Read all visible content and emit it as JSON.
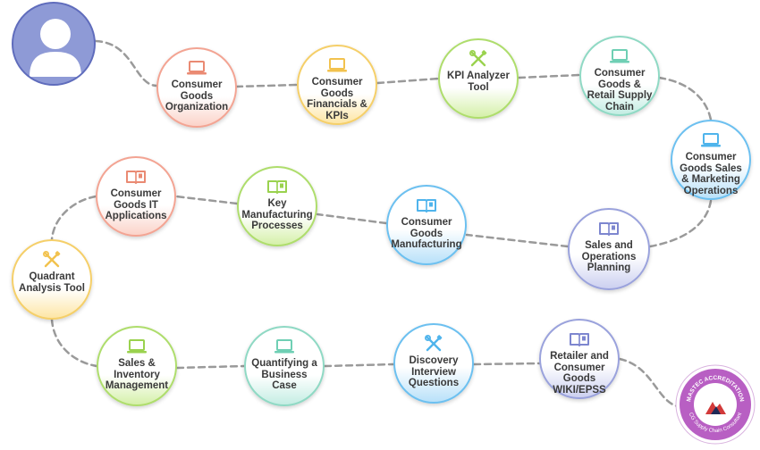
{
  "nodes": [
    {
      "id": "consumer-goods-organization",
      "label": "Consumer Goods Organization",
      "icon": "laptop-icon",
      "color": "red"
    },
    {
      "id": "consumer-goods-financials-kpis",
      "label": "Consumer Goods Financials & KPIs",
      "icon": "laptop-icon",
      "color": "yellow"
    },
    {
      "id": "kpi-analyzer-tool",
      "label": "KPI Analyzer Tool",
      "icon": "tools-icon",
      "color": "green"
    },
    {
      "id": "consumer-goods-retail-supply-chain",
      "label": "Consumer Goods & Retail Supply Chain",
      "icon": "laptop-icon",
      "color": "teal"
    },
    {
      "id": "consumer-goods-sales-marketing-operations",
      "label": "Consumer Goods Sales & Marketing Operations",
      "icon": "laptop-icon",
      "color": "blue"
    },
    {
      "id": "sales-and-operations-planning",
      "label": "Sales and Operations Planning",
      "icon": "book-icon",
      "color": "lav"
    },
    {
      "id": "consumer-goods-manufacturing",
      "label": "Consumer Goods Manufacturing",
      "icon": "book-icon",
      "color": "blue"
    },
    {
      "id": "key-manufacturing-processes",
      "label": "Key Manufacturing Processes",
      "icon": "book-icon",
      "color": "green"
    },
    {
      "id": "consumer-goods-it-applications",
      "label": "Consumer Goods IT Applications",
      "icon": "book-icon",
      "color": "red"
    },
    {
      "id": "quadrant-analysis-tool",
      "label": "Quadrant Analysis Tool",
      "icon": "tools-icon",
      "color": "yellow"
    },
    {
      "id": "sales-inventory-management",
      "label": "Sales & Inventory Management",
      "icon": "laptop-icon",
      "color": "green"
    },
    {
      "id": "quantifying-a-business-case",
      "label": "Quantifying a Business Case",
      "icon": "laptop-icon",
      "color": "teal"
    },
    {
      "id": "discovery-interview-questions",
      "label": "Discovery Interview Questions",
      "icon": "tools-icon",
      "color": "blue"
    },
    {
      "id": "retailer-consumer-goods-wiki-epss",
      "label": "Retailer and Consumer Goods WIKI/EPSS",
      "icon": "book-icon",
      "color": "lav"
    }
  ],
  "colors": {
    "red": "#ea8a73",
    "yellow": "#f2c24e",
    "green": "#9ad24e",
    "teal": "#6fcfb4",
    "blue": "#4fb4ec",
    "lav": "#7d86cf",
    "path": "#9a9a9a",
    "avatar": "#8e9ad6",
    "badge": "#b85fc3"
  },
  "badge": {
    "top_text": "MASTEC ACCREDITATION",
    "bottom_text": "CG Supply Chain Consultant"
  }
}
